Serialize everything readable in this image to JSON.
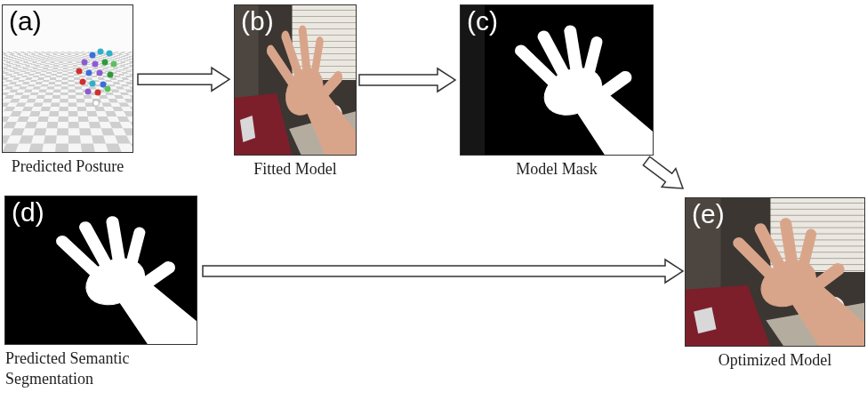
{
  "diagram": {
    "nodes": [
      {
        "text": [
          "(a)",
          "Predicted Posture"
        ]
      },
      {
        "text": [
          "(b)",
          "Fitted Model"
        ]
      },
      {
        "text": [
          "(c)",
          "Model Mask"
        ]
      },
      {
        "text": [
          "(d)",
          "Predicted Semantic Segmentation"
        ]
      },
      {
        "text": [
          "(e)",
          "Optimized Model"
        ]
      }
    ],
    "edges": [
      {
        "from": 0,
        "to": 1,
        "arrow": "to"
      },
      {
        "from": 1,
        "to": 2,
        "arrow": "to"
      },
      {
        "from": 2,
        "to": 4,
        "arrow": "to"
      },
      {
        "from": 3,
        "to": 4,
        "arrow": "to"
      }
    ]
  }
}
